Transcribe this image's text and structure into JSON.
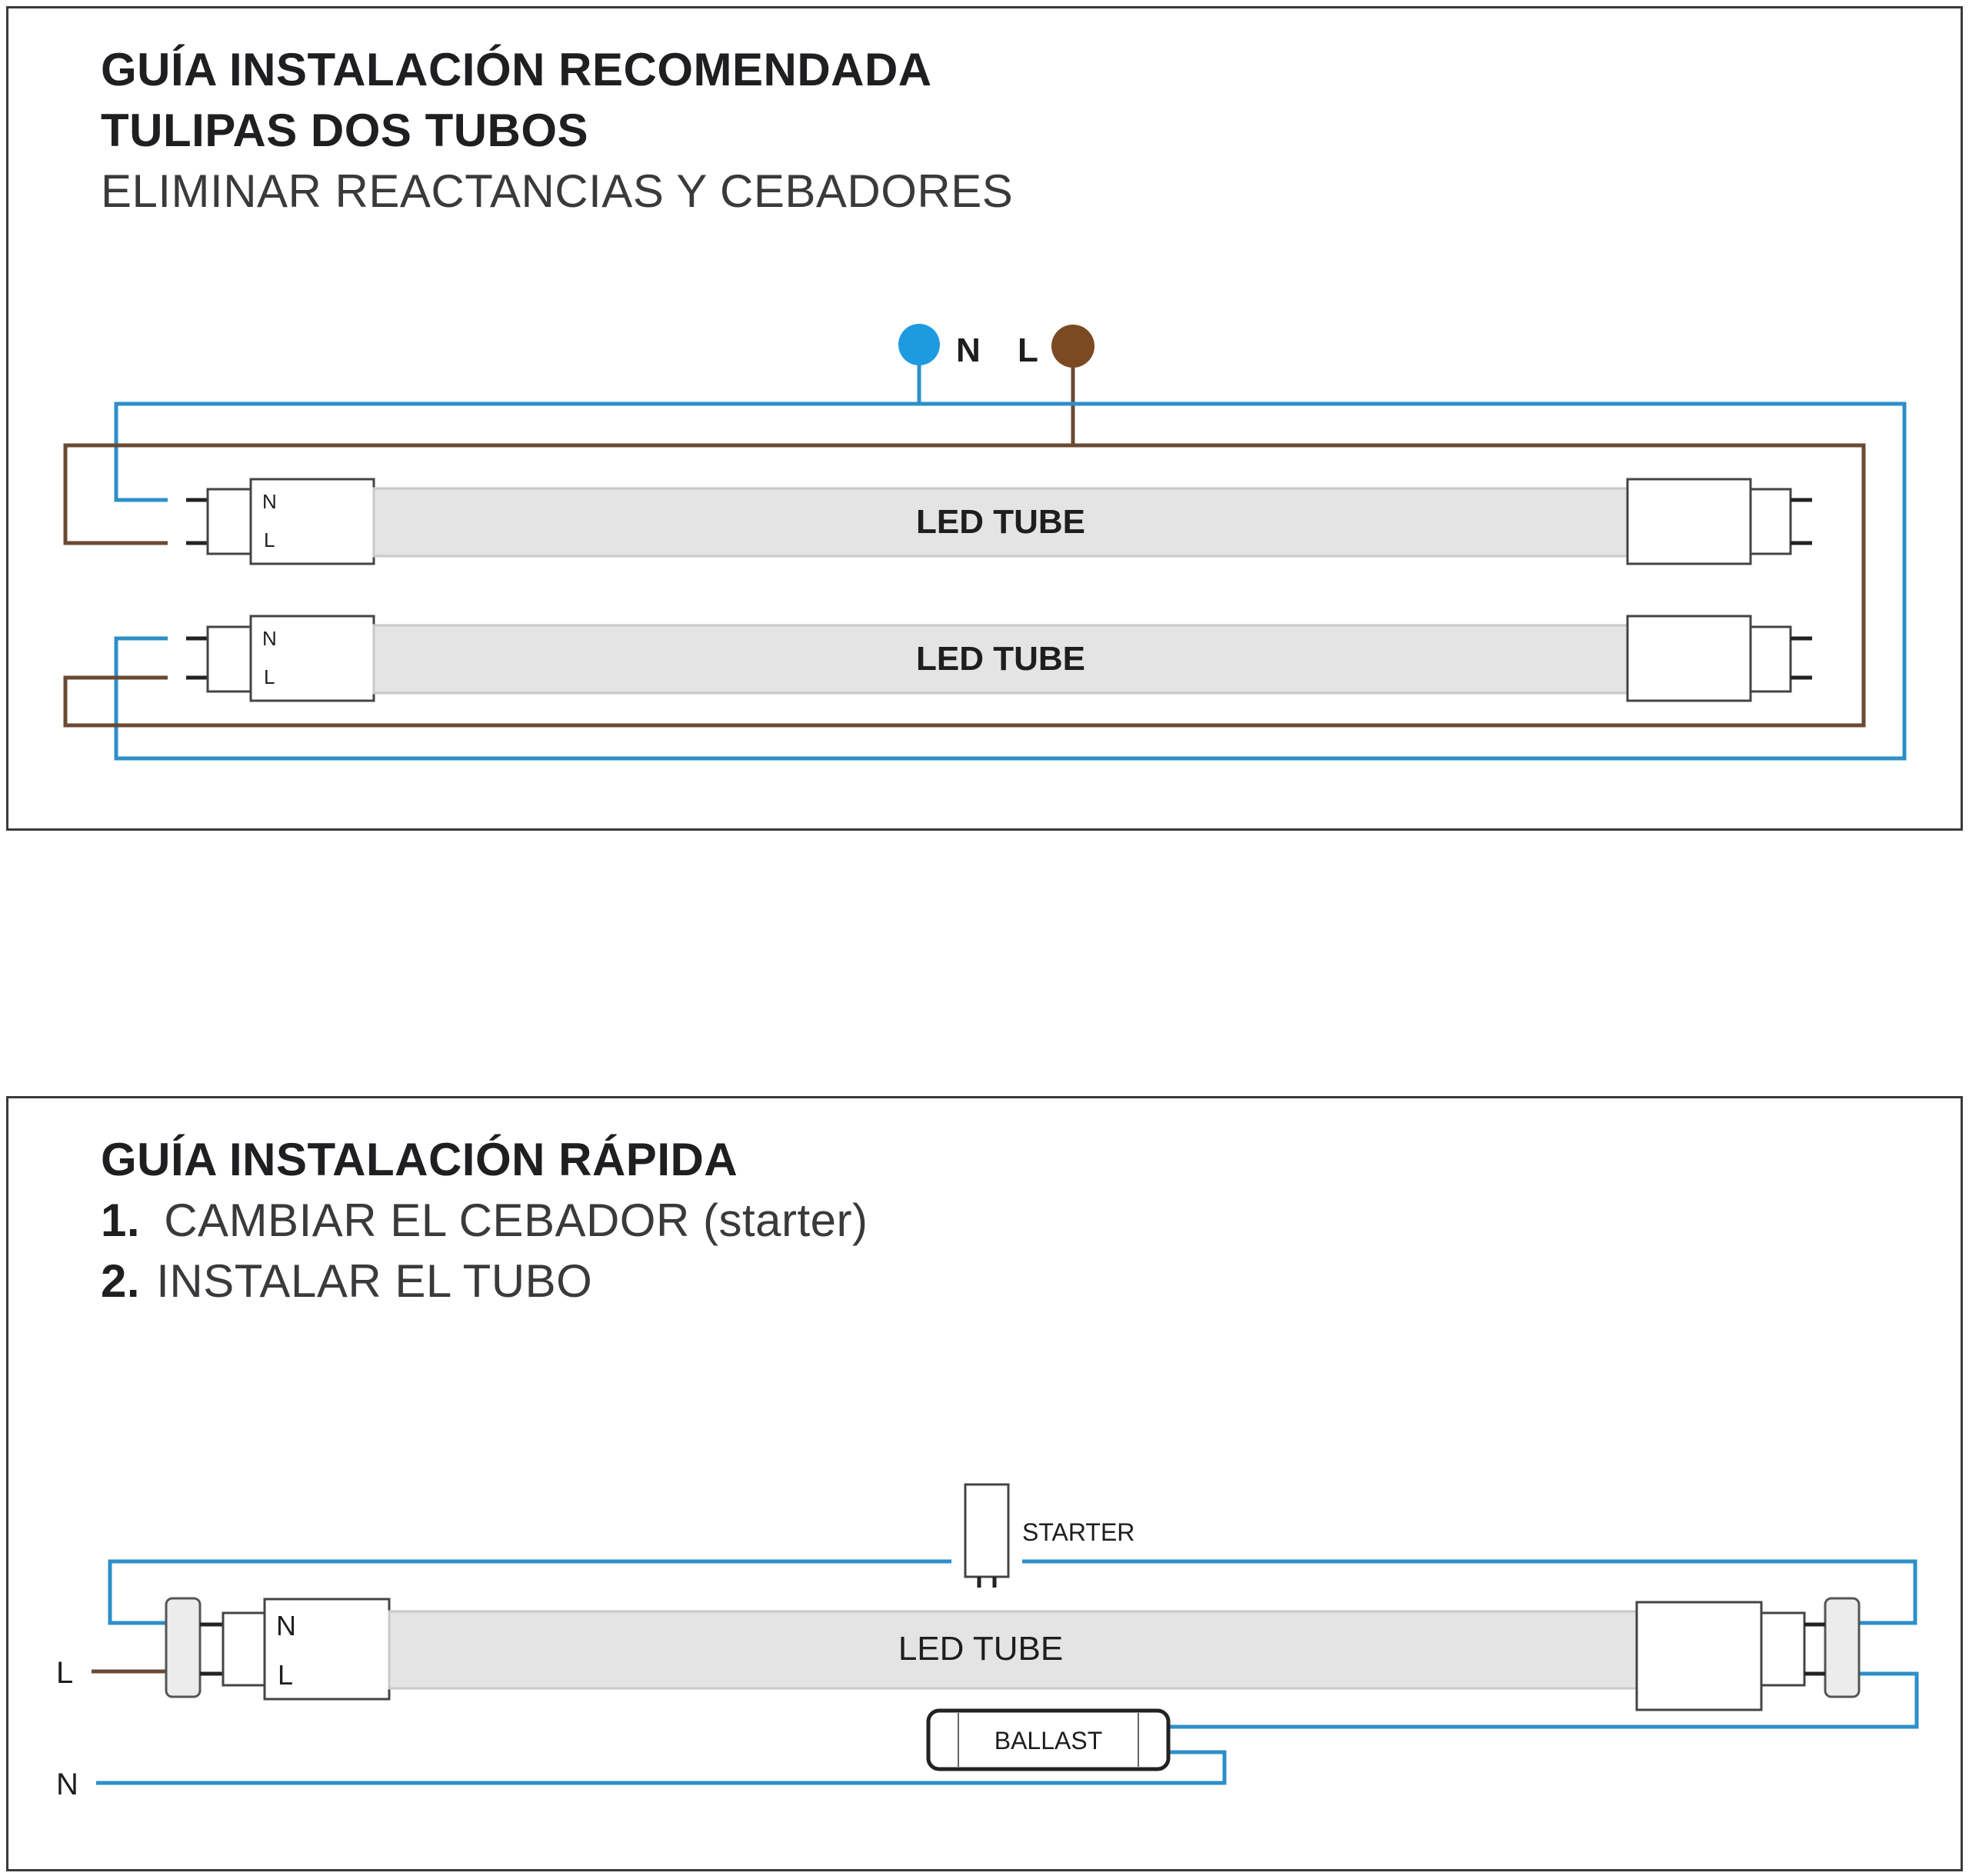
{
  "top_panel": {
    "title_line1": "GUÍA INSTALACIÓN RECOMENDADA",
    "title_line2": "TULIPAS DOS TUBOS",
    "subtitle": "ELIMINAR REACTANCIAS Y CEBADORES",
    "neutral_label": "N",
    "live_label": "L",
    "tube1_label": "LED TUBE",
    "tube2_label": "LED TUBE",
    "cap_n": "N",
    "cap_l": "L"
  },
  "bottom_panel": {
    "title": "GUÍA INSTALACIÓN RÁPIDA",
    "step1_number": "1.",
    "step1_text": "CAMBIAR EL CEBADOR (starter)",
    "step2_number": "2.",
    "step2_text": "INSTALAR EL TUBO",
    "starter_label": "STARTER",
    "tube_label": "LED TUBE",
    "ballast_label": "BALLAST",
    "cap_n": "N",
    "cap_l": "L",
    "line_l_label": "L",
    "line_n_label": "N"
  },
  "colors": {
    "neutral_wire": "#2d8fc9",
    "live_wire": "#6b4a33",
    "neutral_dot": "#1e9be0",
    "live_dot": "#7b4a22",
    "tube_body": "#e4e4e4",
    "outline": "#3a3a3a"
  }
}
